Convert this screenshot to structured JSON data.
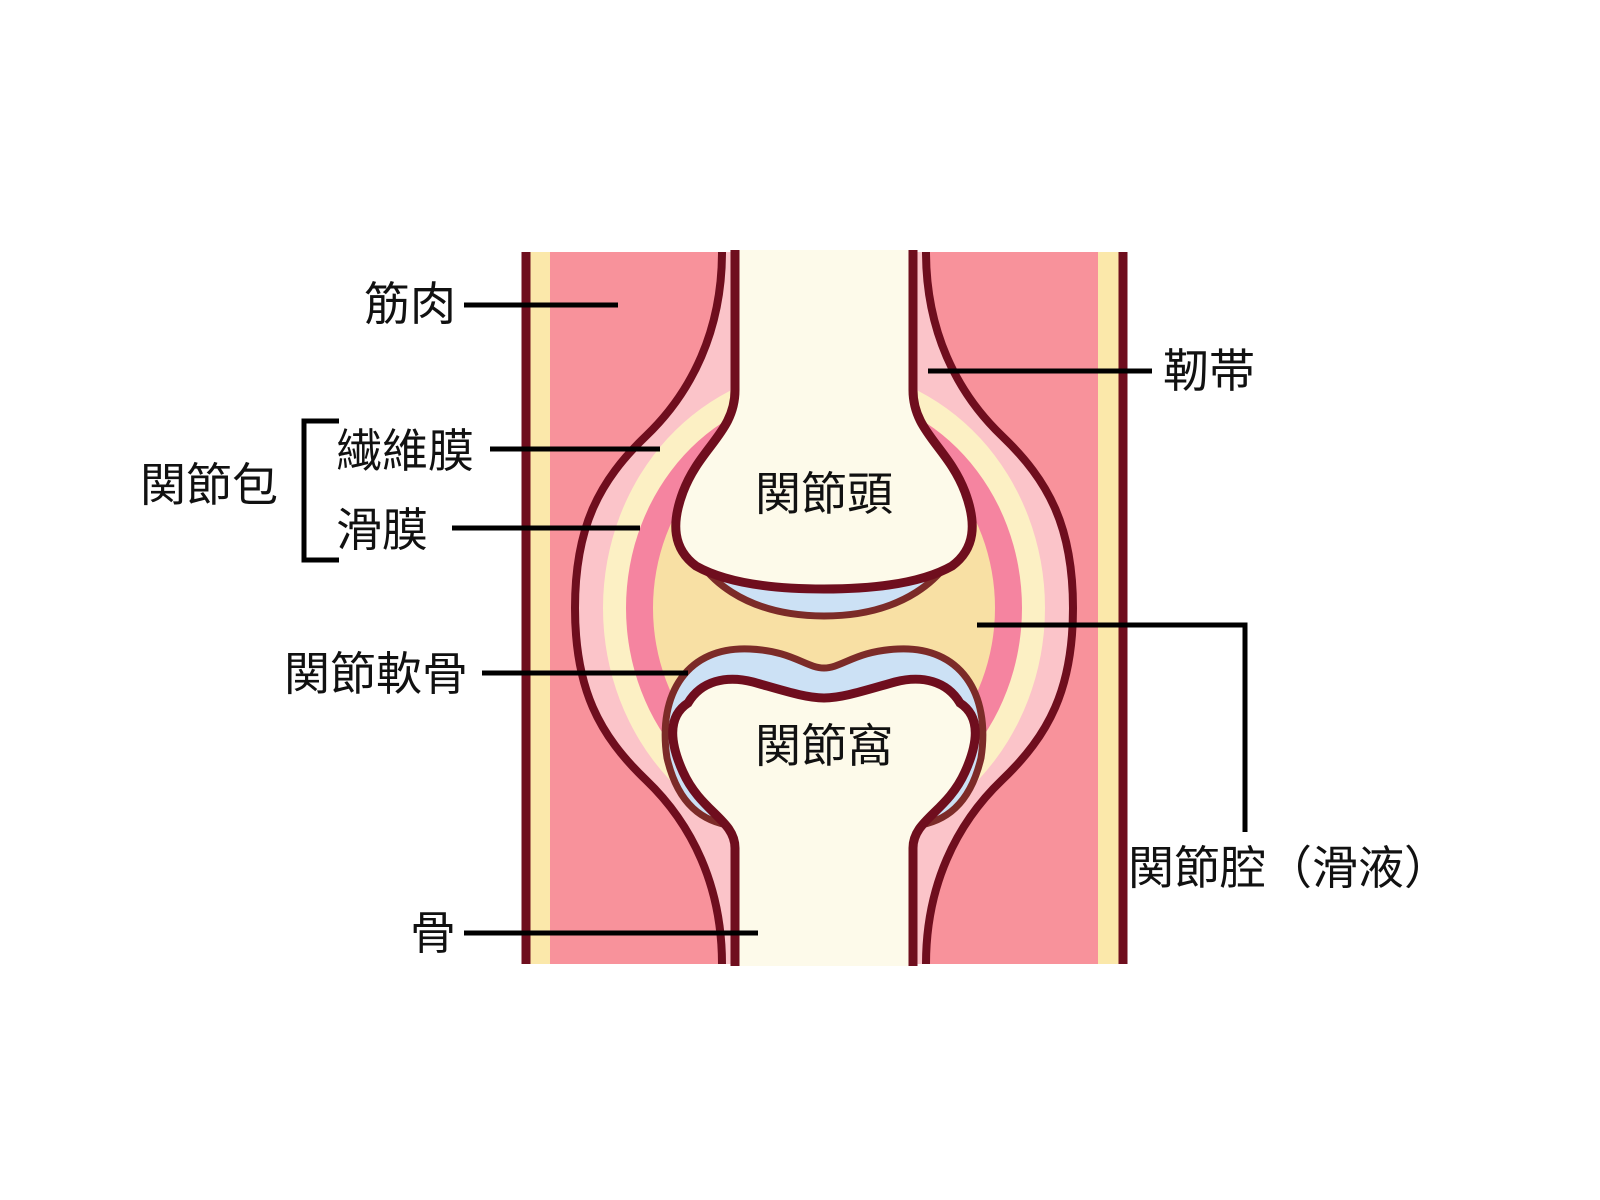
{
  "diagram": {
    "description": "synovial joint cross-section diagram",
    "labels": {
      "muscle": "筋肉",
      "joint_capsule": "関節包",
      "fibrous_membrane": "繊維膜",
      "synovial_membrane": "滑膜",
      "articular_head": "関節頭",
      "articular_cartilage": "関節軟骨",
      "articular_fossa": "関節窩",
      "bone": "骨",
      "ligament": "靭帯",
      "joint_cavity": "関節腔（滑液）"
    },
    "colors": {
      "background": "#FFFFFF",
      "muscle": "#F8929B",
      "ligament_band": "#FBC4C9",
      "fibrous_band": "#FCF0C4",
      "synovial_band": "#F584A0",
      "cavity_fluid": "#F8E0A4",
      "cartilage": "#CCE1F5",
      "bone_fill": "#FDFAEA",
      "edge_strip": "#FBE8AA",
      "outline_dark": "#6F0E1E",
      "cartilage_outline": "#7C2B28",
      "leader_line": "#000000"
    }
  }
}
